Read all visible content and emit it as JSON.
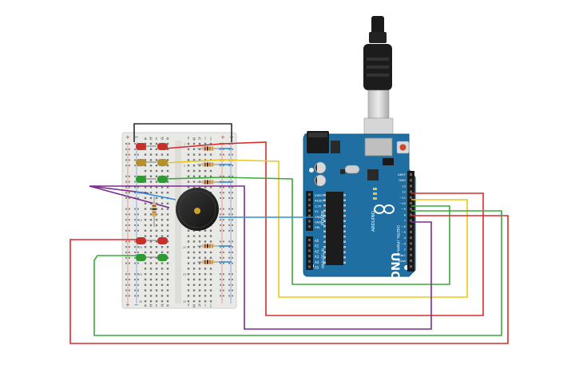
{
  "breadboard": {
    "col_letters_left": [
      "a",
      "b",
      "c",
      "d",
      "e"
    ],
    "col_letters_right": [
      "f",
      "g",
      "h",
      "i",
      "j"
    ],
    "rail_plus": "+",
    "rail_minus": "−",
    "row_labels": [
      "1",
      "5",
      "10",
      "15",
      "20",
      "25",
      "30"
    ]
  },
  "arduino": {
    "brand": "ARDUINO",
    "model": "UNO",
    "power_label": "POWER",
    "digital_label": "DIGITAL (PWM~)",
    "analog_label": "ANALOG IN",
    "power_pins": [
      "IOREF",
      "RESET",
      "3.3V",
      "5V",
      "GND",
      "GND",
      "VIN"
    ],
    "analog_pins": [
      "A0",
      "A1",
      "A2",
      "A3",
      "A4",
      "A5"
    ],
    "digital_pins": [
      "AREF",
      "GND",
      "13",
      "12",
      "~11",
      "~10",
      "~9",
      "8",
      "7",
      "~6",
      "~5",
      "4",
      "~3",
      "2",
      "TX▸1",
      "RX◂0"
    ],
    "header_labels": [
      "AREF",
      "GND",
      "13",
      "12",
      "~11",
      "~10",
      "~9"
    ]
  },
  "colors": {
    "red_wire": "#d92b2b",
    "yellow_wire": "#e8c81a",
    "green_wire": "#3aa83a",
    "purple_wire": "#7a2d8e",
    "blue_wire": "#2b8fd9",
    "black_wire": "#2b2b2b",
    "board": "#1f6fa3",
    "breadboard": "#e9e9e6"
  }
}
